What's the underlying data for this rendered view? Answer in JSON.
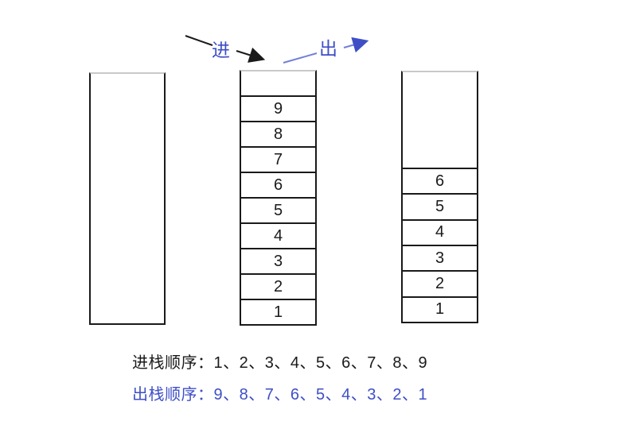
{
  "colors": {
    "ink": "#1a1a1a",
    "blue": "#3e4fc6",
    "blue_line": "#7380da",
    "stack_top": "#c9c9c9"
  },
  "arrows": {
    "push_label": "进",
    "pop_label": "出"
  },
  "stacks": {
    "left": {
      "cells": []
    },
    "middle": {
      "cells": [
        "",
        "9",
        "8",
        "7",
        "6",
        "5",
        "4",
        "3",
        "2",
        "1"
      ]
    },
    "right": {
      "cells": [
        "6",
        "5",
        "4",
        "3",
        "2",
        "1"
      ]
    }
  },
  "captions": {
    "push": {
      "label": "进栈顺序：",
      "sequence": "1、2、3、4、5、6、7、8、9"
    },
    "pop": {
      "label": "出栈顺序：",
      "sequence": "9、8、7、6、5、4、3、2、1"
    }
  }
}
